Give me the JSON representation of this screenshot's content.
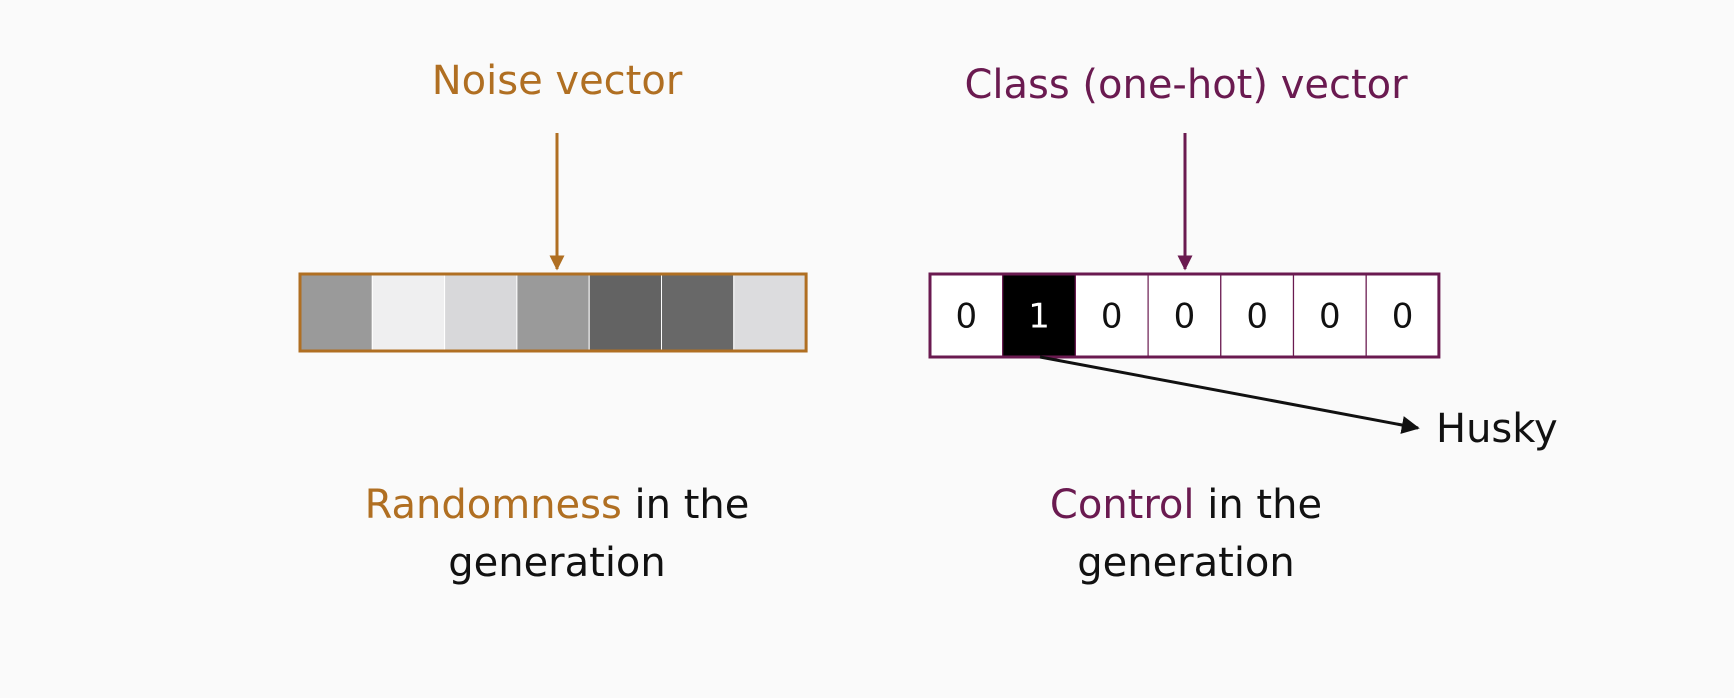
{
  "colors": {
    "noise": "#b06f22",
    "class": "#6a1a50",
    "text": "#111111",
    "background": "#fafafa"
  },
  "noise": {
    "title": "Noise vector",
    "cells": [
      "#9a9a9a",
      "#efeff0",
      "#d8d8da",
      "#9a9a9a",
      "#636363",
      "#686868",
      "#dcdcde"
    ],
    "caption_highlight": "Randomness",
    "caption_rest": " in the",
    "caption_line2": "generation"
  },
  "class_vector": {
    "title": "Class (one-hot) vector",
    "cells": [
      "0",
      "1",
      "0",
      "0",
      "0",
      "0",
      "0"
    ],
    "hot_index": 1,
    "target_label": "Husky",
    "caption_highlight": "Control",
    "caption_rest": " in the",
    "caption_line2": "generation"
  }
}
